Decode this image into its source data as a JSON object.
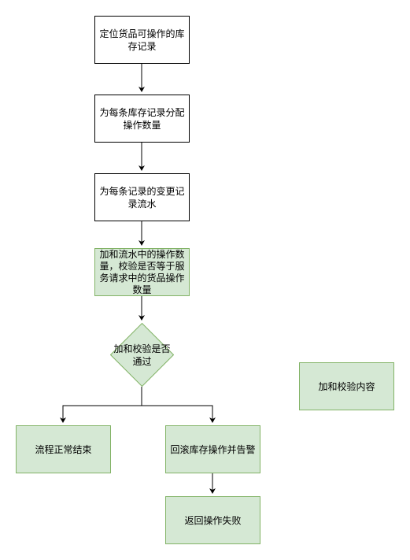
{
  "colors": {
    "stroke": "#000000",
    "green_fill": "#d5e8d4",
    "green_stroke": "#82b366"
  },
  "nodes": {
    "locate": "定位货品可操作的库存记录",
    "allocate": "为每条库存记录分配操作数量",
    "record": "为每条记录的变更记录流水",
    "checksum": "加和流水中的操作数量，校验是否等于服务请求中的货品操作数量",
    "decision": "加和校验是否通过",
    "end_normal": "流程正常结束",
    "rollback": "回滚库存操作并告警",
    "fail": "返回操作失败",
    "note": "加和校验内容"
  }
}
